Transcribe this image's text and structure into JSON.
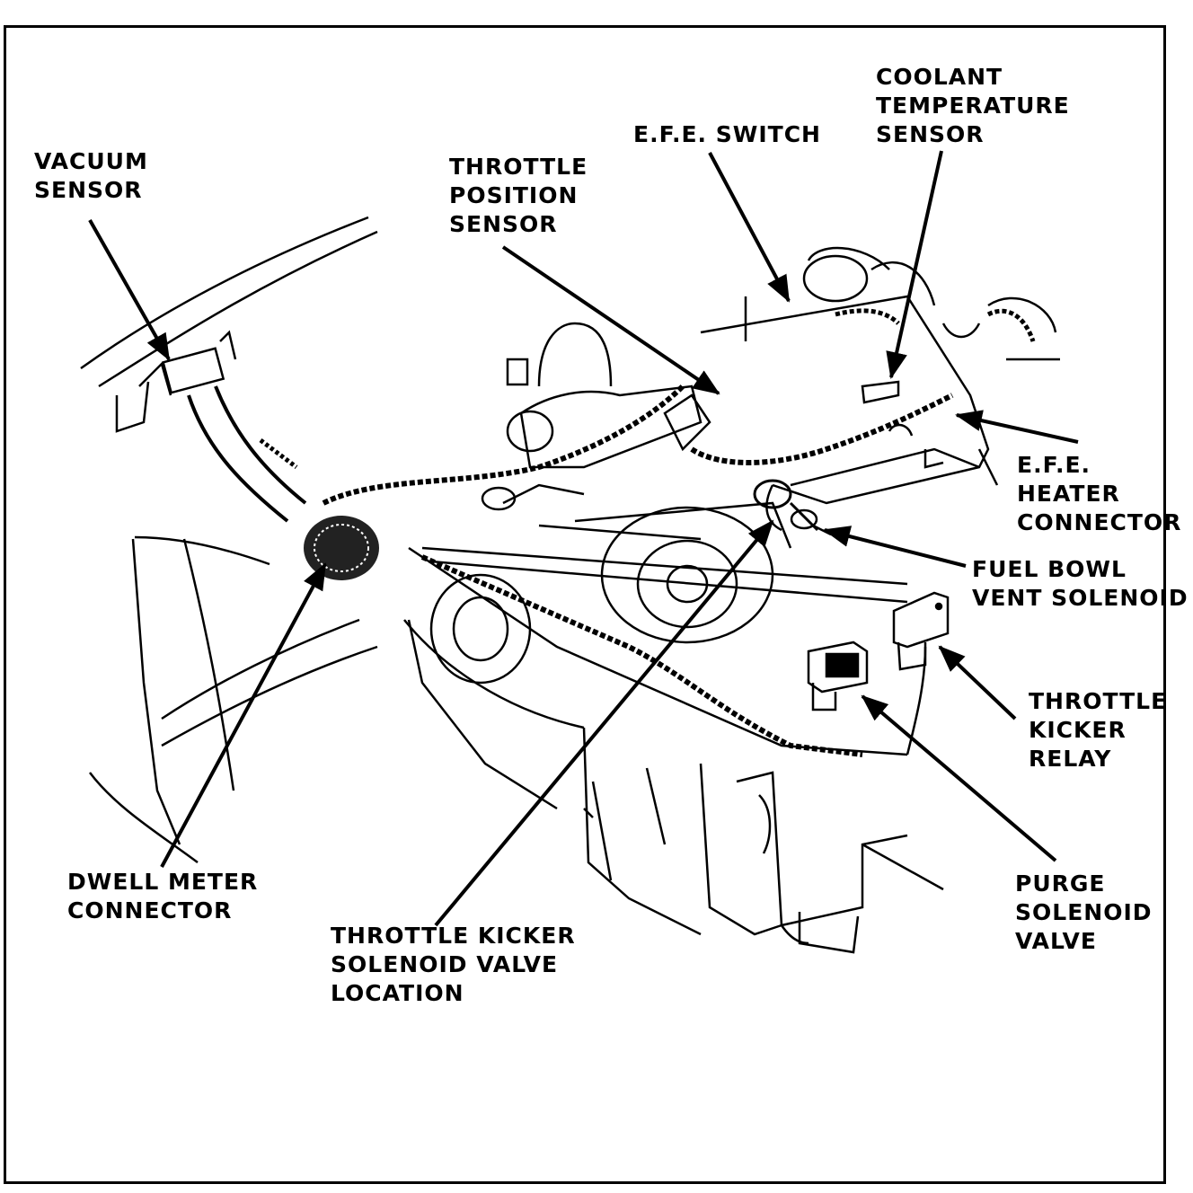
{
  "labels": {
    "vacuum_sensor": [
      "VACUUM",
      "SENSOR"
    ],
    "throttle_position_sensor": [
      "THROTTLE",
      "POSITION",
      "SENSOR"
    ],
    "efe_switch": [
      "E.F.E. SWITCH"
    ],
    "coolant_temperature_sensor": [
      "COOLANT",
      "TEMPERATURE",
      "SENSOR"
    ],
    "efe_heater_connector": [
      "E.F.E.",
      "HEATER",
      "CONNECTOR"
    ],
    "fuel_bowl_vent_solenoid": [
      "FUEL BOWL",
      "VENT SOLENOID"
    ],
    "throttle_kicker_relay": [
      "THROTTLE",
      "KICKER",
      "RELAY"
    ],
    "purge_solenoid_valve": [
      "PURGE",
      "SOLENOID",
      "VALVE"
    ],
    "throttle_kicker_solenoid_valve": [
      "THROTTLE KICKER",
      "SOLENOID VALVE",
      "LOCATION"
    ],
    "dwell_meter_connector": [
      "DWELL METER",
      "CONNECTOR"
    ]
  }
}
